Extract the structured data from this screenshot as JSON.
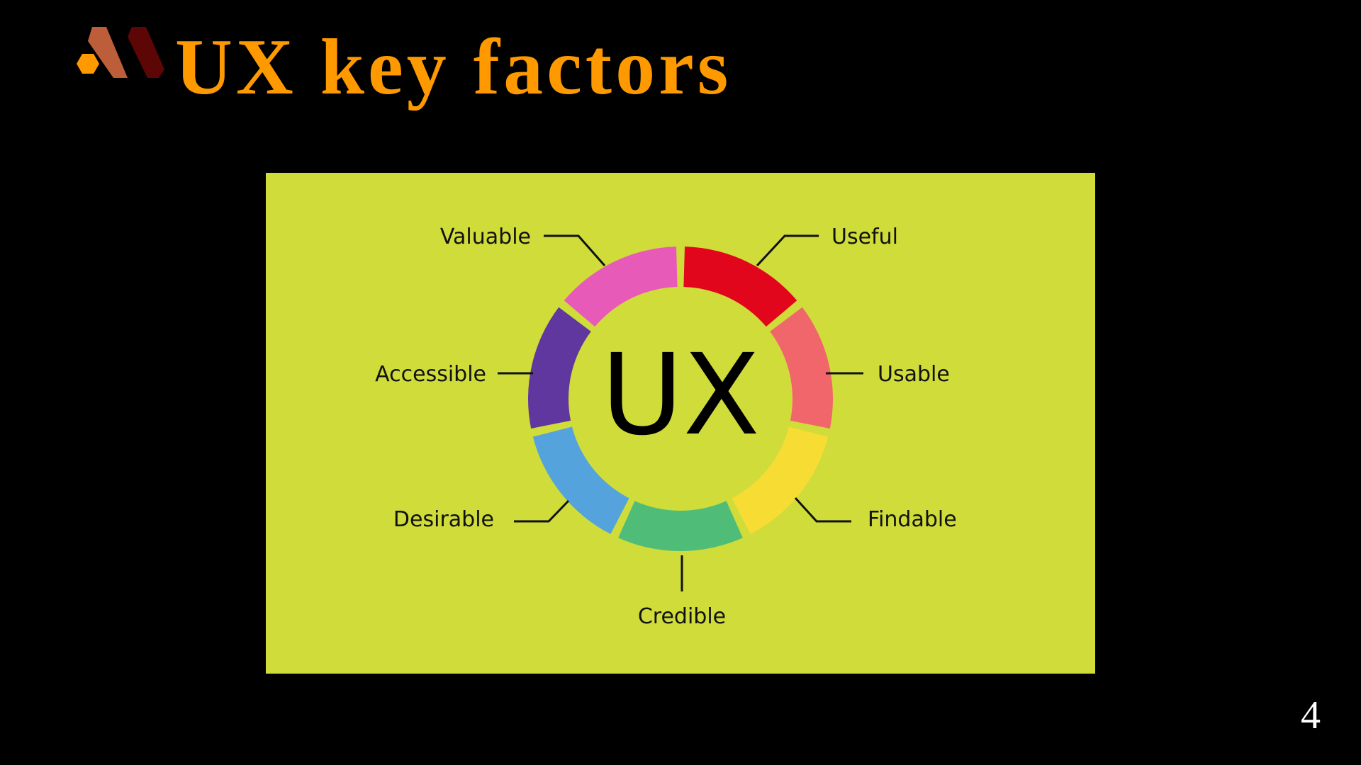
{
  "slide": {
    "title": "UX key factors",
    "page_number": "4",
    "colors": {
      "title": "#FF9900",
      "panel": "#CFDC3A",
      "background": "#000000"
    }
  },
  "diagram": {
    "center_label": "UX",
    "segments": [
      {
        "label": "Useful",
        "color": "#E2061C"
      },
      {
        "label": "Usable",
        "color": "#F0666A"
      },
      {
        "label": "Findable",
        "color": "#F7DC34"
      },
      {
        "label": "Credible",
        "color": "#4FBD78"
      },
      {
        "label": "Desirable",
        "color": "#55A3DC"
      },
      {
        "label": "Accessible",
        "color": "#5F379E"
      },
      {
        "label": "Valuable",
        "color": "#E75AB8"
      }
    ]
  }
}
